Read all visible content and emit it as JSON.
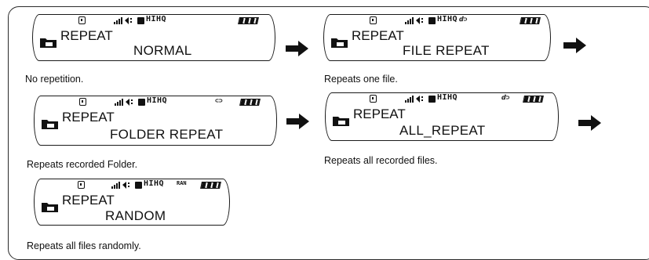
{
  "screens": [
    {
      "name": "normal",
      "mode_label": "REPEAT",
      "mode_value": "NORMAL",
      "status_flags": "HIHQ",
      "status_extra": "",
      "description": "No repetition."
    },
    {
      "name": "file-repeat",
      "mode_label": "REPEAT",
      "mode_value": "FILE REPEAT",
      "status_flags": "HIHQ",
      "status_extra": "ⅆ⊃",
      "description": "Repeats one file."
    },
    {
      "name": "folder-repeat",
      "mode_label": "REPEAT",
      "mode_value": "FOLDER REPEAT",
      "status_flags": "HIHQ",
      "status_extra": "⊂⊃",
      "description": "Repeats recorded Folder."
    },
    {
      "name": "all-repeat",
      "mode_label": "REPEAT",
      "mode_value": "ALL_REPEAT",
      "status_flags": "HIHQ",
      "status_extra": "ⅆ⊃",
      "description": "Repeats all recorded files."
    },
    {
      "name": "random",
      "mode_label": "REPEAT",
      "mode_value": "RANDOM",
      "status_flags": "HIHQ",
      "status_extra": "RAN",
      "description": "Repeats all files randomly."
    }
  ],
  "icons": {
    "status_bar": [
      "mic-mode-icon",
      "signal-strength-icon",
      "speaker-icon",
      "record-icon"
    ],
    "folder": "folder-icon",
    "battery": "battery-icon",
    "next_step": "right-arrow-icon"
  }
}
